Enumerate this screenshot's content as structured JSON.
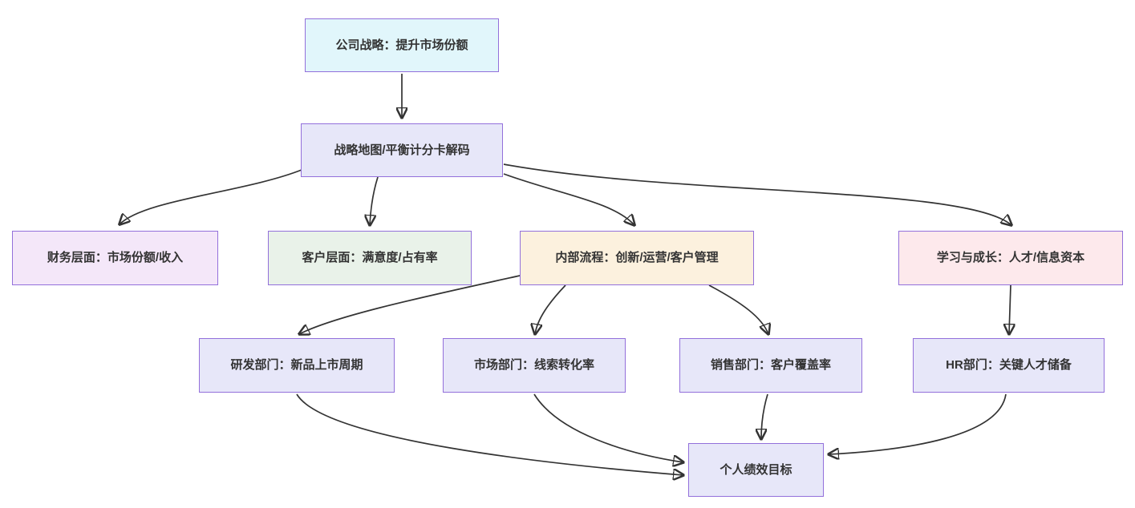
{
  "diagram": {
    "type": "flowchart",
    "direction": "top-down",
    "background_color": "#ffffff",
    "node_border_color": "#9370DB",
    "edge_color": "#333333",
    "text_color": "#333333",
    "nodes": {
      "company_strategy": {
        "label": "公司战略：提升市场份额",
        "fill": "#E1F6FB"
      },
      "strategy_map": {
        "label": "战略地图/平衡计分卡解码",
        "fill": "#E7E7F9"
      },
      "finance": {
        "label": "财务层面：市场份额/收入",
        "fill": "#F4E7F9"
      },
      "customer": {
        "label": "客户层面：满意度/占有率",
        "fill": "#E9F2E9"
      },
      "internal": {
        "label": "内部流程：创新/运营/客户管理",
        "fill": "#FCF1DE"
      },
      "learning": {
        "label": "学习与成长：人才/信息资本",
        "fill": "#FDE9EC"
      },
      "rd": {
        "label": "研发部门：新品上市周期",
        "fill": "#E7E7F9"
      },
      "marketing": {
        "label": "市场部门：线索转化率",
        "fill": "#E7E7F9"
      },
      "sales": {
        "label": "销售部门：客户覆盖率",
        "fill": "#E7E7F9"
      },
      "hr": {
        "label": "HR部门：关键人才储备",
        "fill": "#E7E7F9"
      },
      "personal": {
        "label": "个人绩效目标",
        "fill": "#E7E7F9"
      }
    },
    "edges": [
      {
        "from": "company_strategy",
        "to": "strategy_map"
      },
      {
        "from": "strategy_map",
        "to": "finance"
      },
      {
        "from": "strategy_map",
        "to": "customer"
      },
      {
        "from": "strategy_map",
        "to": "internal"
      },
      {
        "from": "strategy_map",
        "to": "learning"
      },
      {
        "from": "internal",
        "to": "rd"
      },
      {
        "from": "internal",
        "to": "marketing"
      },
      {
        "from": "internal",
        "to": "sales"
      },
      {
        "from": "learning",
        "to": "hr"
      },
      {
        "from": "rd",
        "to": "personal"
      },
      {
        "from": "marketing",
        "to": "personal"
      },
      {
        "from": "sales",
        "to": "personal"
      },
      {
        "from": "hr",
        "to": "personal"
      }
    ]
  }
}
